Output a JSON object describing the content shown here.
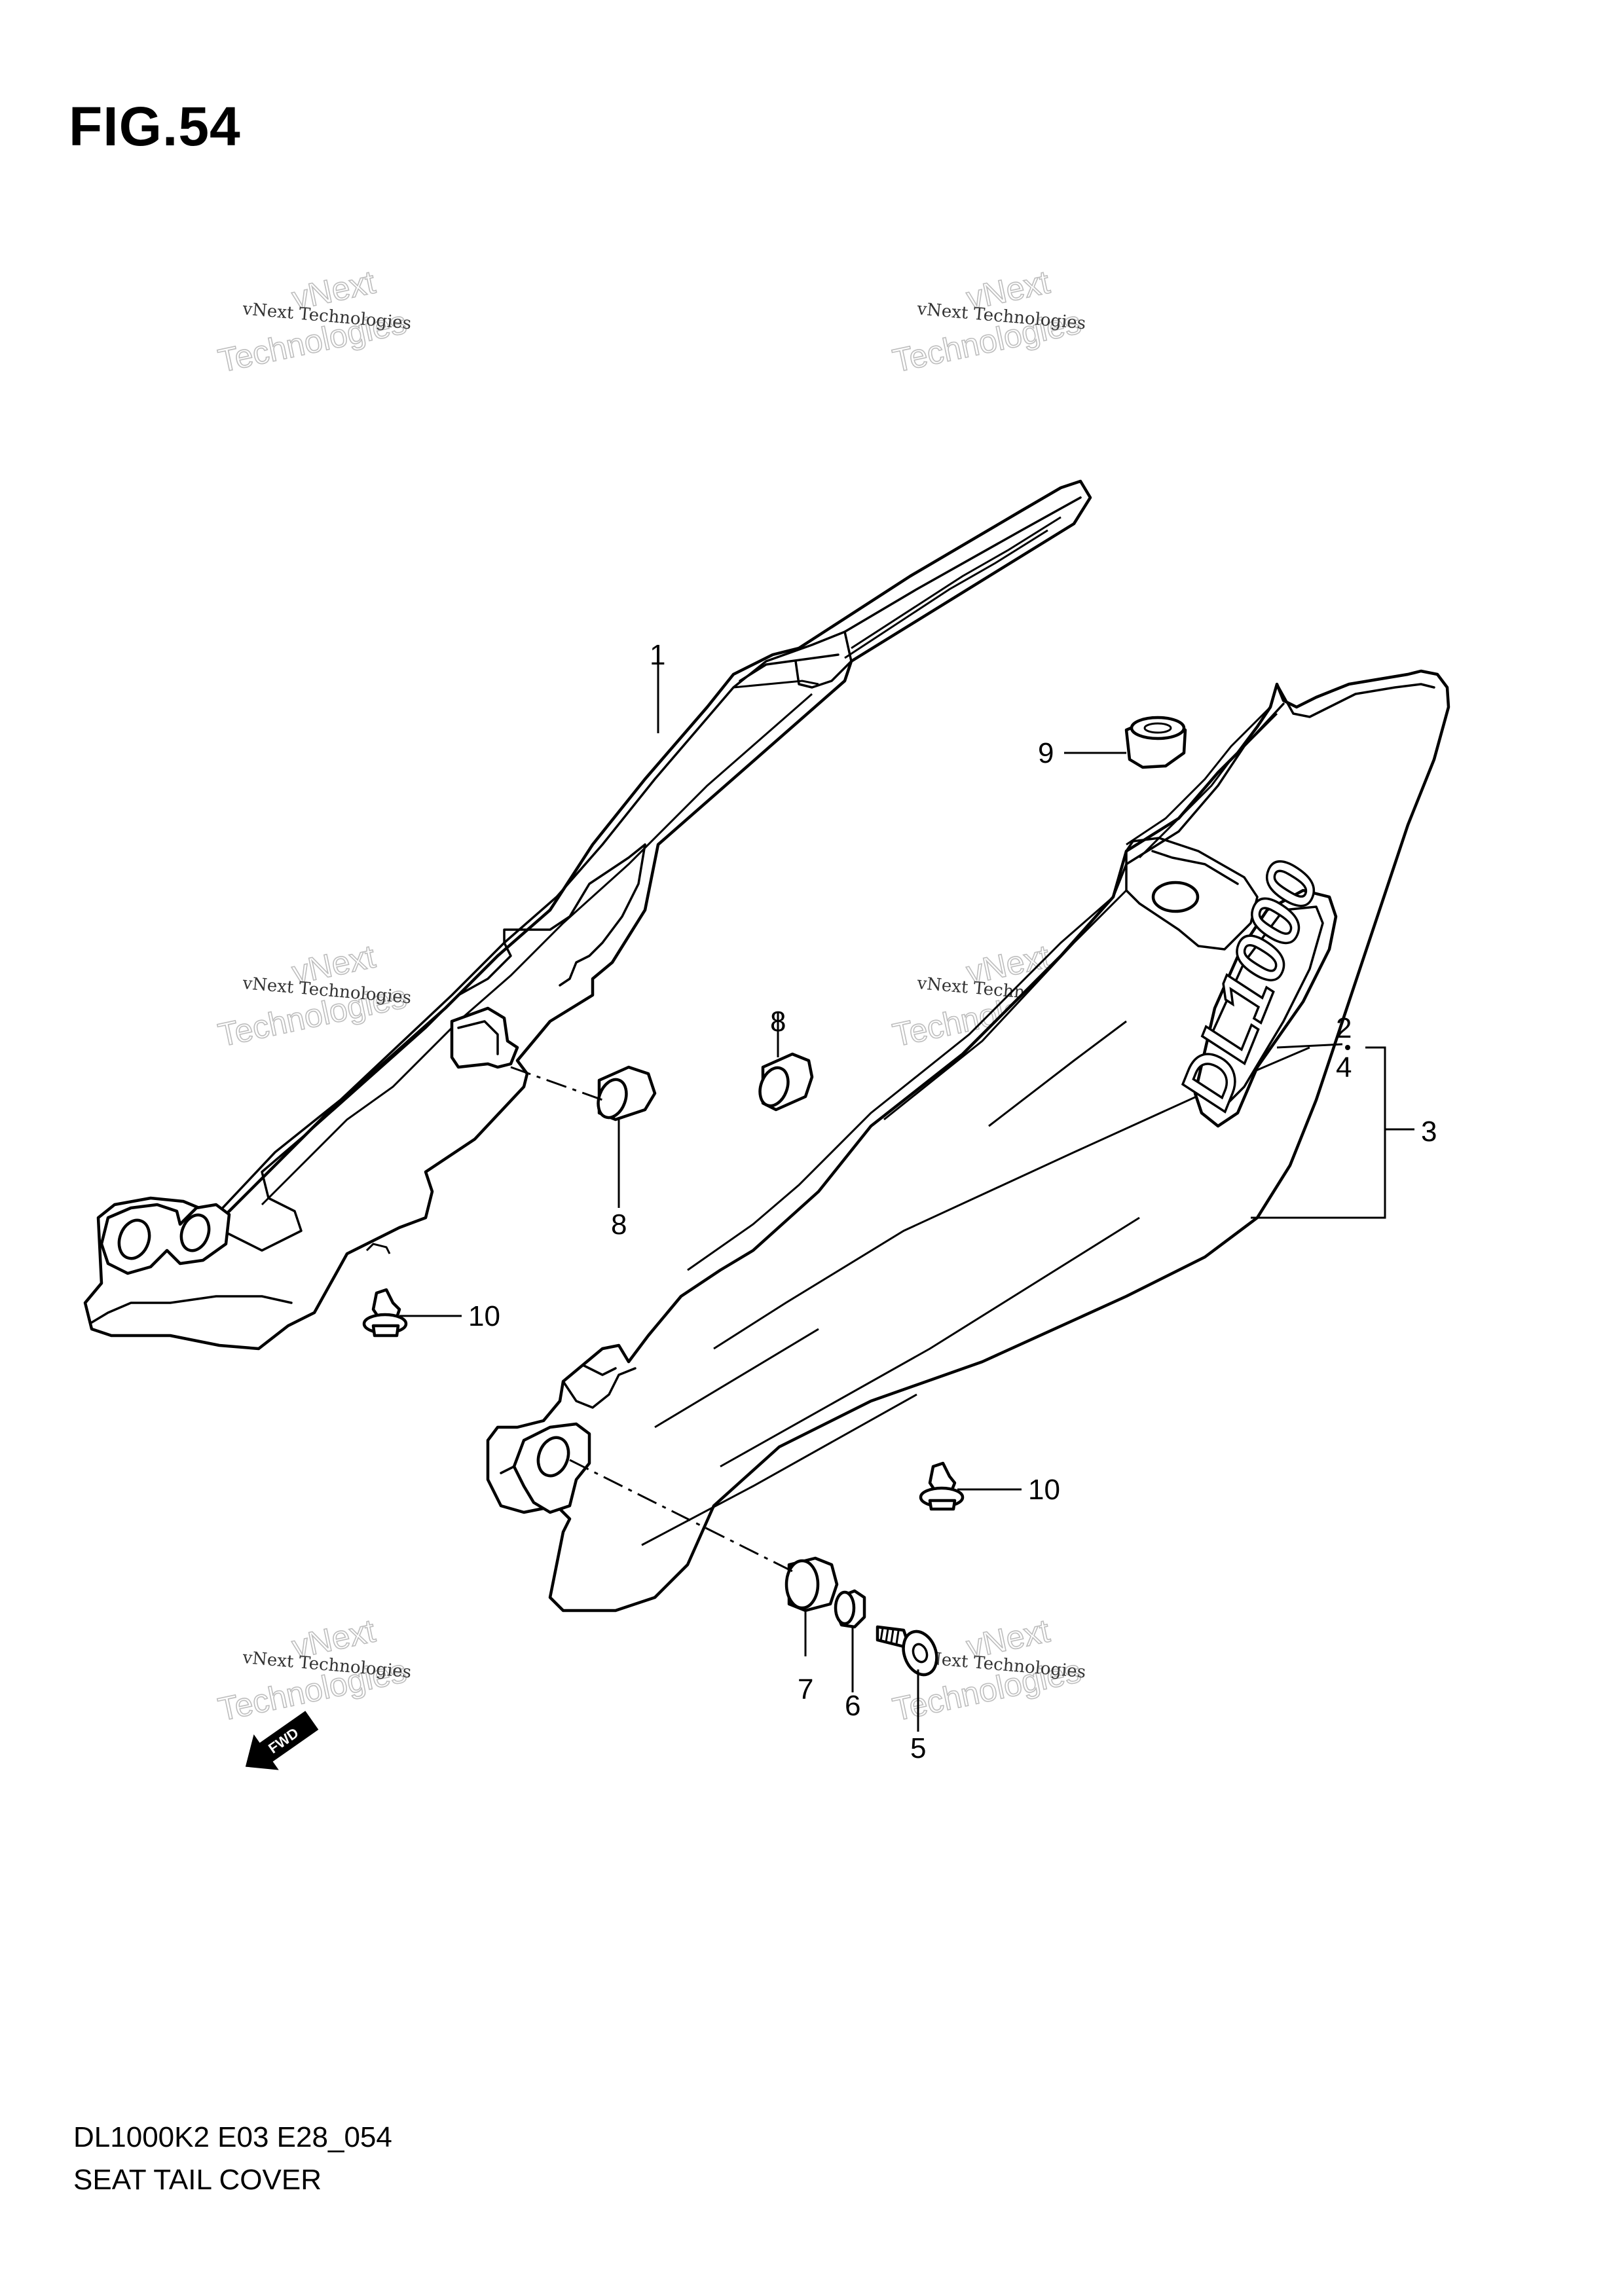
{
  "figure": {
    "title": "FIG.54"
  },
  "footer": {
    "model_code": "DL1000K2 E03 E28_054",
    "section_name": "SEAT TAIL COVER"
  },
  "watermark": {
    "line1": "vNext Technologies",
    "line2": "vNext",
    "line3": "Technologies"
  },
  "decal_text": "DL1000",
  "fwd_label": "FWD",
  "callouts": {
    "c1": "1",
    "c2": "2",
    "c3": "3",
    "c4": "4",
    "c5": "5",
    "c6": "6",
    "c7": "7",
    "c8a": "8",
    "c8b": "8",
    "c9": "9",
    "c10a": "10",
    "c10b": "10"
  }
}
